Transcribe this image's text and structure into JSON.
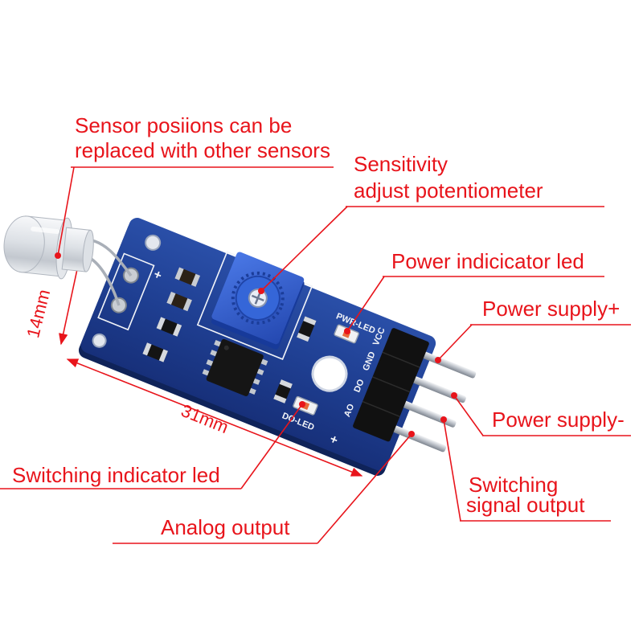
{
  "callouts": {
    "sensor_position": {
      "line1": "Sensor posiions can be",
      "line2": "replaced with other sensors"
    },
    "sensitivity": {
      "line1": "Sensitivity",
      "line2": "adjust potentiometer"
    },
    "power_led": {
      "label": "Power indicicator led"
    },
    "power_plus": {
      "label": "Power supply+"
    },
    "power_minus": {
      "label": "Power supply-"
    },
    "switching_output": {
      "line1": "Switching",
      "line2": "signal output"
    },
    "switching_led": {
      "label": "Switching indicator led"
    },
    "analog_output": {
      "label": "Analog output"
    }
  },
  "dimensions": {
    "width": "14mm",
    "length": "31mm"
  },
  "silkscreen": {
    "pwr_led": "PWR-LED",
    "do_led": "DO-LED",
    "vcc": "VCC",
    "gnd": "GND",
    "do": "DO",
    "ao": "AO",
    "plus": "+"
  },
  "colors": {
    "callout": "#e8141b",
    "board": "#1f3f92",
    "potentiometer": "#2f5fd6",
    "header": "#111111"
  }
}
